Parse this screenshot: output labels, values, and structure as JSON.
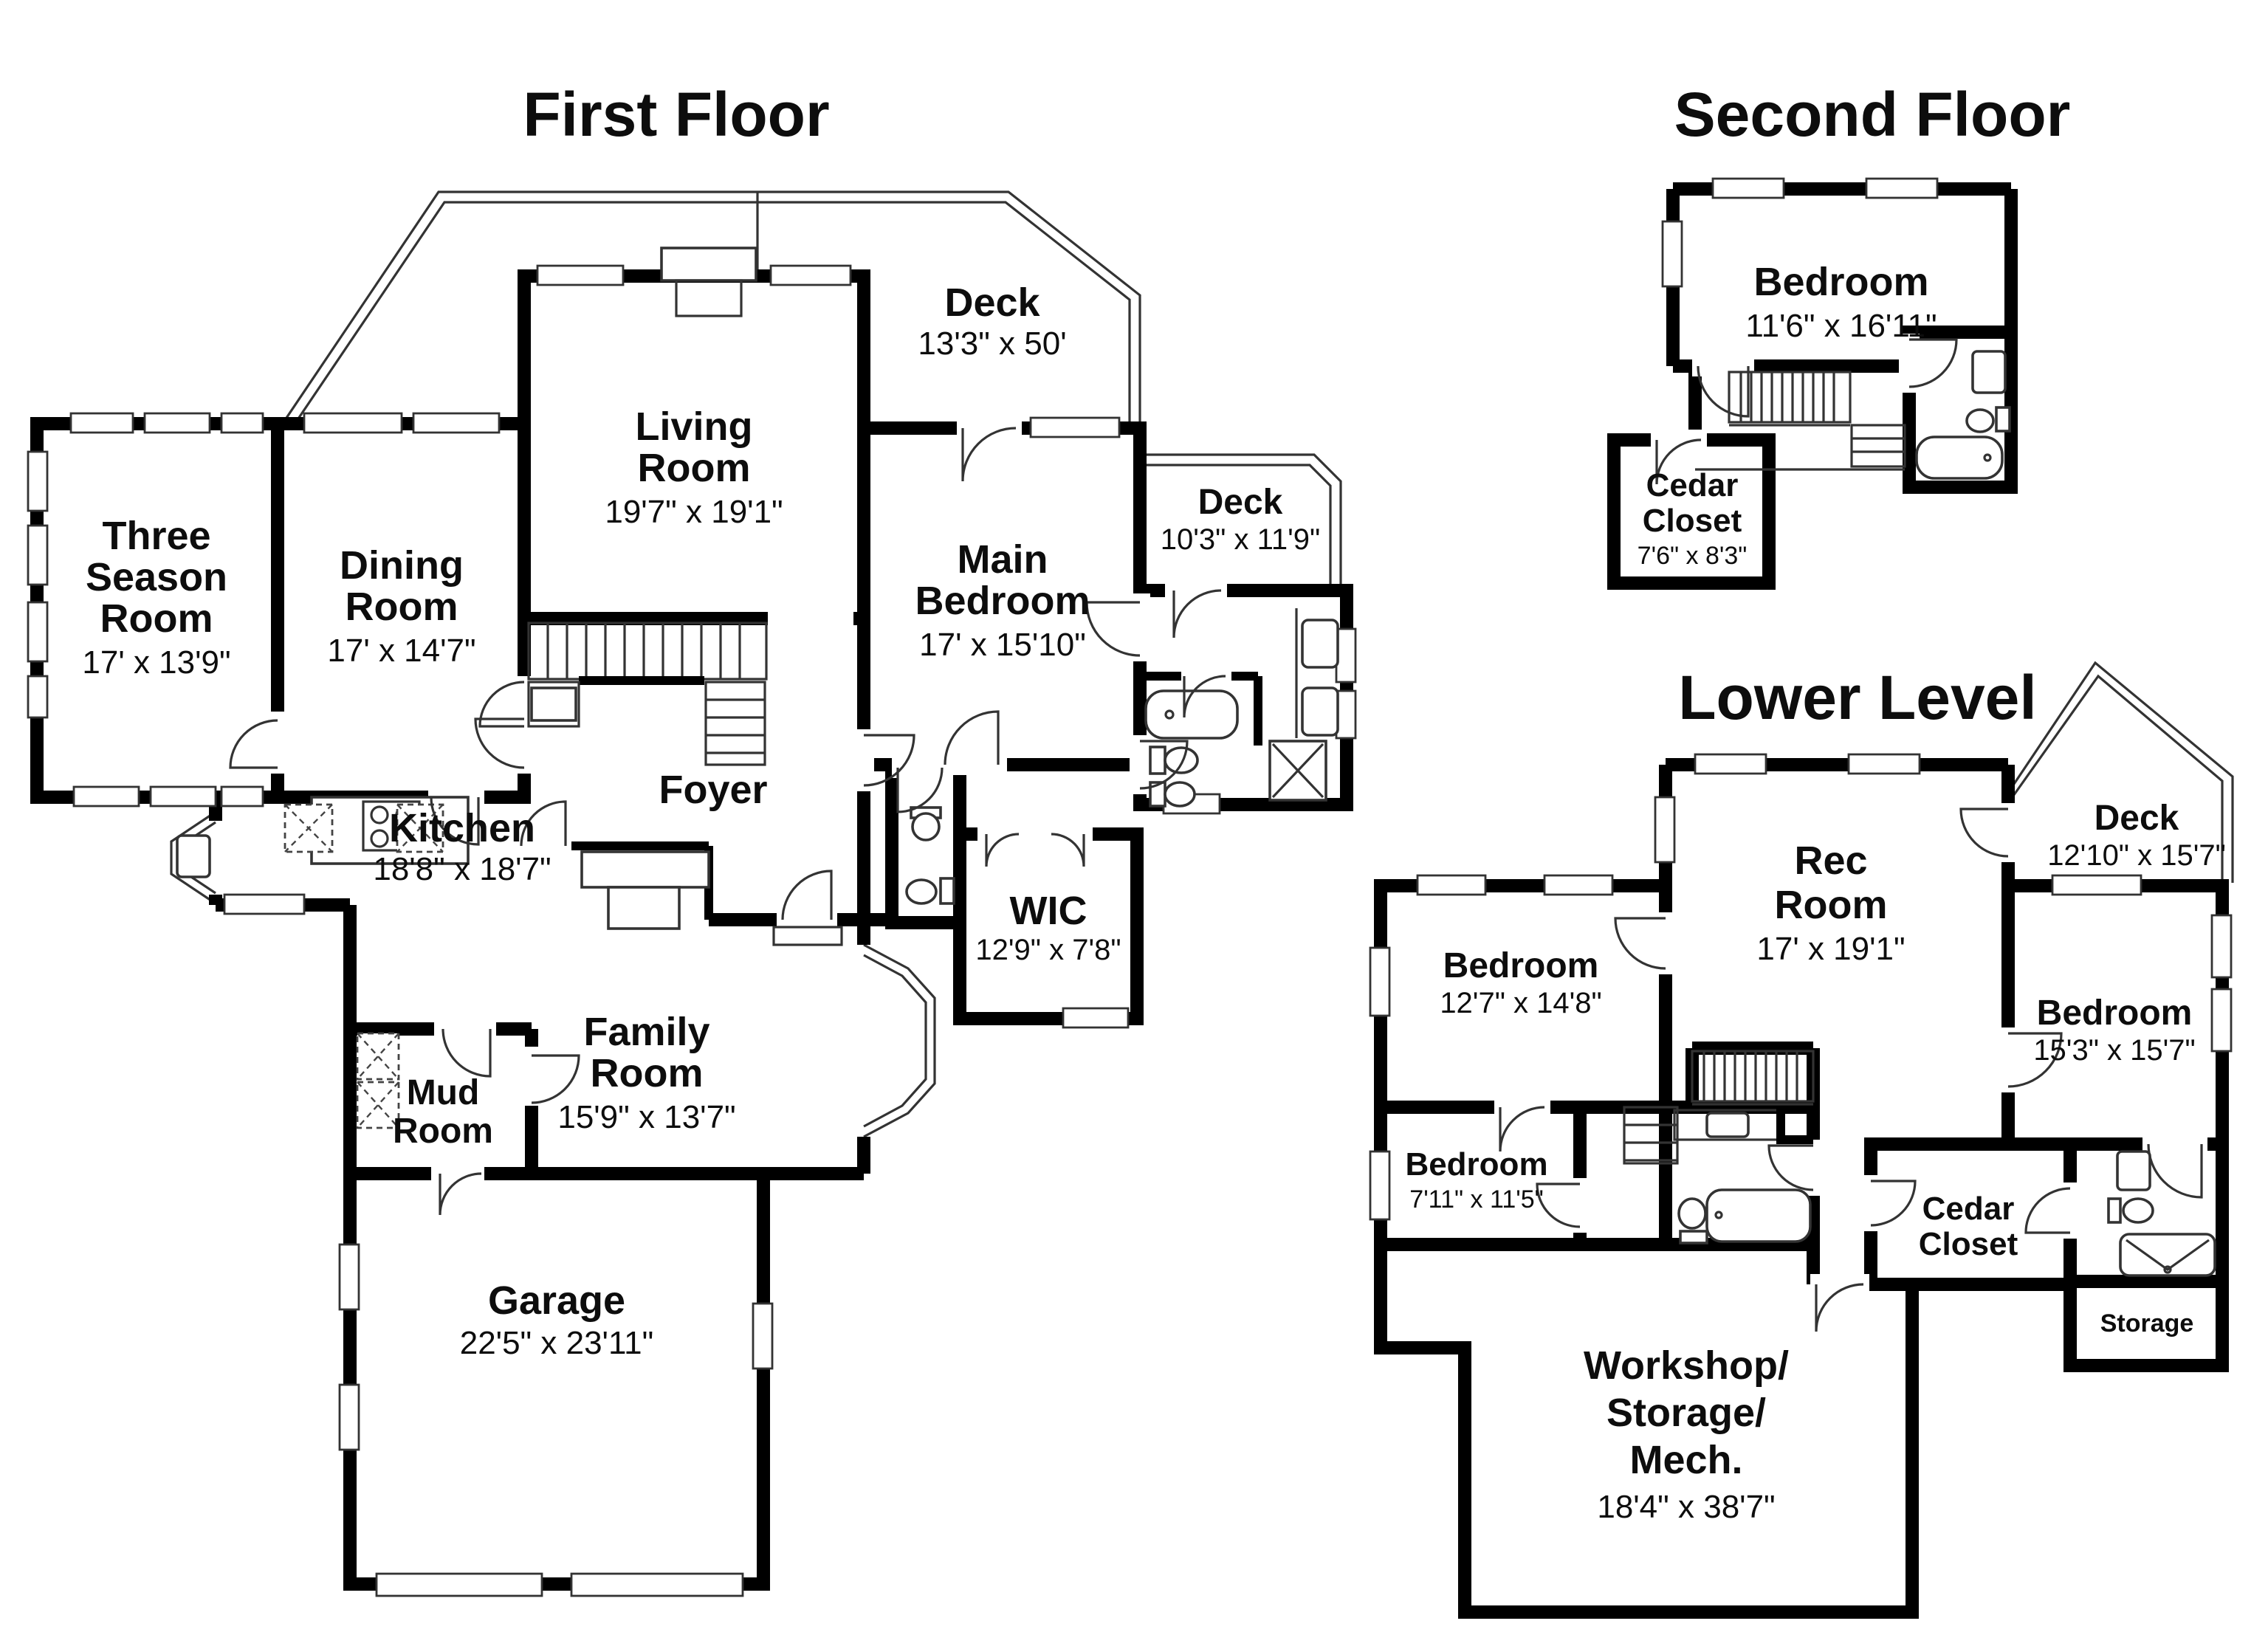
{
  "document": {
    "type": "residential floor plan",
    "background": "#ffffff",
    "wall_color": "#000000",
    "text_color": "#0d0d0d"
  },
  "first_floor": {
    "title": "First Floor",
    "rooms": {
      "deck_top": {
        "name": "Deck",
        "dims": "13'3\" x 50'"
      },
      "three_season": {
        "lines": [
          "Three",
          "Season",
          "Room"
        ],
        "dims": "17' x 13'9\""
      },
      "dining": {
        "lines": [
          "Dining",
          "Room"
        ],
        "dims": "17' x 14'7\""
      },
      "living": {
        "lines": [
          "Living",
          "Room"
        ],
        "dims": "19'7\" x 19'1\""
      },
      "main_bedroom": {
        "lines": [
          "Main",
          "Bedroom"
        ],
        "dims": "17' x 15'10\""
      },
      "deck_right": {
        "name": "Deck",
        "dims": "10'3\" x 11'9\""
      },
      "foyer": {
        "name": "Foyer"
      },
      "kitchen": {
        "name": "Kitchen",
        "dims": "18'8\" x 18'7\""
      },
      "wic": {
        "name": "WIC",
        "dims": "12'9\" x 7'8\""
      },
      "family": {
        "lines": [
          "Family",
          "Room"
        ],
        "dims": "15'9\" x 13'7\""
      },
      "mud": {
        "lines": [
          "Mud",
          "Room"
        ]
      },
      "garage": {
        "name": "Garage",
        "dims": "22'5\" x 23'11\""
      }
    }
  },
  "second_floor": {
    "title": "Second Floor",
    "rooms": {
      "bedroom": {
        "name": "Bedroom",
        "dims": "11'6\" x 16'11\""
      },
      "cedar_closet": {
        "lines": [
          "Cedar",
          "Closet"
        ],
        "dims": "7'6\" x 8'3\""
      }
    }
  },
  "lower_level": {
    "title": "Lower Level",
    "rooms": {
      "rec": {
        "lines": [
          "Rec",
          "Room"
        ],
        "dims": "17' x 19'1\""
      },
      "deck": {
        "name": "Deck",
        "dims": "12'10\" x 15'7\""
      },
      "bedroom_left": {
        "name": "Bedroom",
        "dims": "12'7\" x 14'8\""
      },
      "bedroom_right": {
        "name": "Bedroom",
        "dims": "15'3\" x 15'7\""
      },
      "bedroom_small": {
        "name": "Bedroom",
        "dims": "7'11\" x 11'5\""
      },
      "cedar_closet": {
        "lines": [
          "Cedar",
          "Closet"
        ]
      },
      "storage": {
        "name": "Storage"
      },
      "workshop": {
        "lines": [
          "Workshop/",
          "Storage/",
          "Mech."
        ],
        "dims": "18'4\" x 38'7\""
      }
    }
  }
}
